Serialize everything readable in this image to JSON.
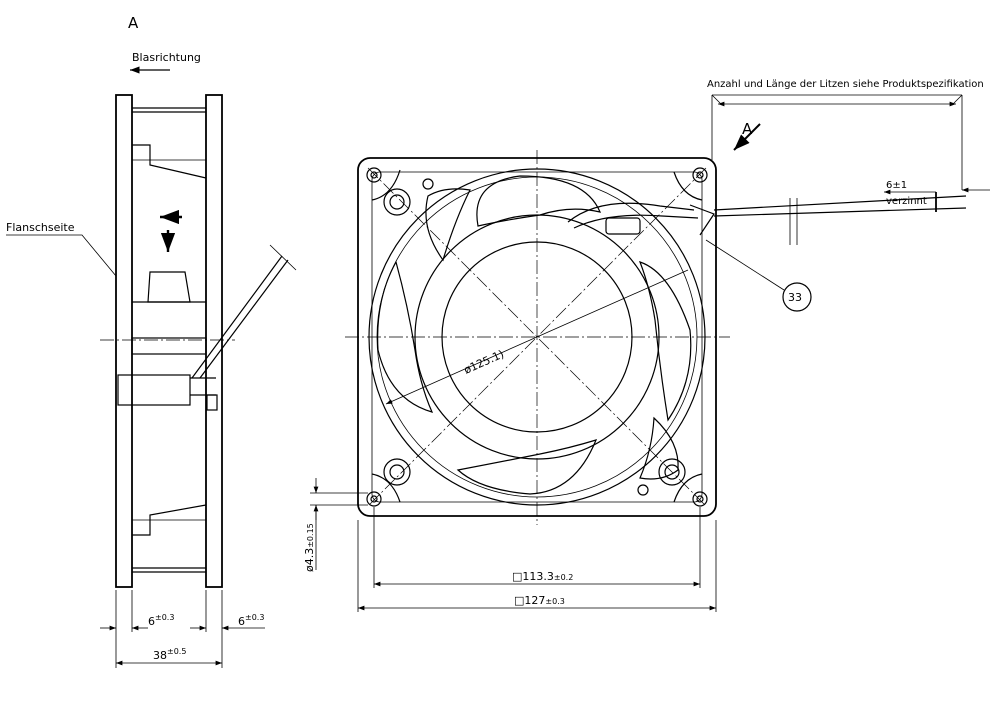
{
  "view_label": "A",
  "side_view": {
    "airflow_label": "Blasrichtung",
    "flange_label": "Flanschseite",
    "dim_left": {
      "value": "6",
      "tol": "±0.3"
    },
    "dim_right": {
      "value": "6",
      "tol": "±0.3"
    },
    "dim_depth": {
      "value": "38",
      "tol": "±0.5"
    }
  },
  "front_view": {
    "hub_diameter": "ø125.1)",
    "hole_diameter": {
      "value": "ø4.3",
      "tol": "±0.15"
    },
    "hole_spacing": {
      "value": "□113.3",
      "tol": "±0.2"
    },
    "frame_size": {
      "value": "□127",
      "tol": "±0.3"
    }
  },
  "leads": {
    "note": "Anzahl und Länge der Litzen siehe Produktspezifikation",
    "view_marker": "A",
    "strip_length": "6±1",
    "strip_finish": "verzinnt",
    "item_number": "33"
  },
  "colors": {
    "line": "#000000",
    "paper": "#ffffff"
  }
}
